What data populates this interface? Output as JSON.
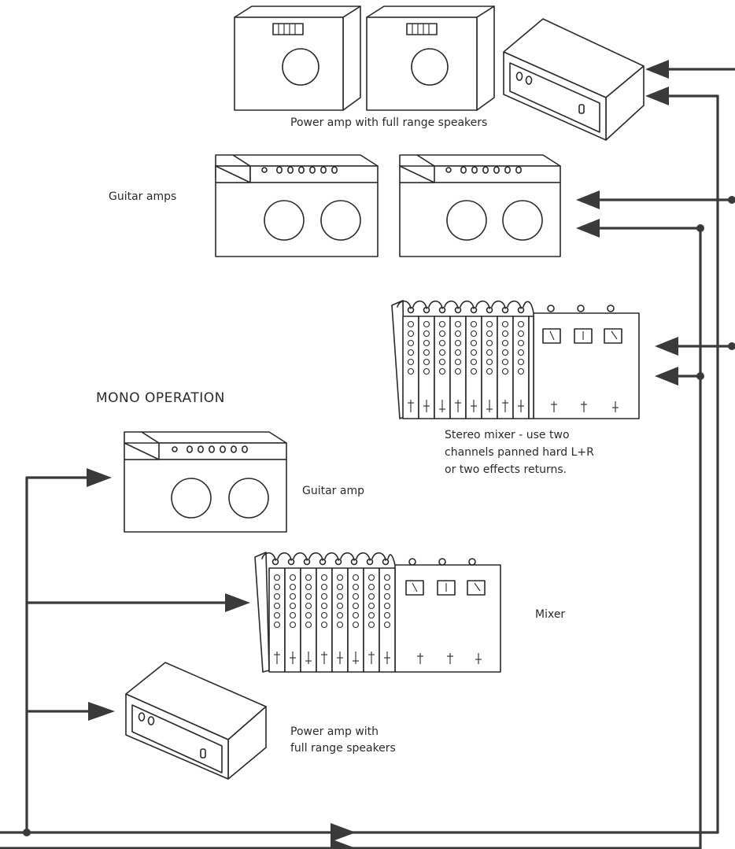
{
  "diagram": {
    "heading_mono": "MONO OPERATION",
    "labels": {
      "power_amp_top": "Power amp with full range speakers",
      "guitar_amps": "Guitar amps",
      "stereo_mixer_line1": "Stereo mixer - use two",
      "stereo_mixer_line2": "channels panned hard L+R",
      "stereo_mixer_line3": "or two effects returns.",
      "guitar_amp": "Guitar amp",
      "mixer": "Mixer",
      "power_amp_bottom_line1": "Power amp with",
      "power_amp_bottom_line2": "full range speakers"
    },
    "colors": {
      "ink": "#2a2a2a",
      "wire": "#3a3a3a",
      "background": "#ffffff"
    }
  }
}
